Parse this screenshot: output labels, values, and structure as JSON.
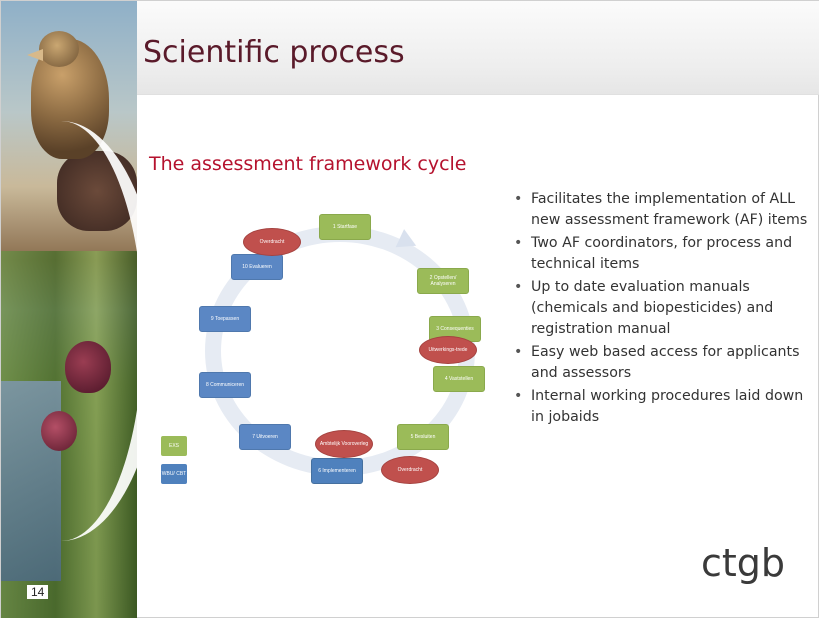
{
  "slide": {
    "title": "Scientific process",
    "subtitle": "The assessment framework cycle",
    "page_number": "14",
    "logo_text": "ctgb"
  },
  "bullets": [
    "Facilitates the implementation of ALL new assessment framework (AF) items",
    "Two AF coordinators, for process and technical items",
    "Up to date evaluation manuals (chemicals and biopesticides) and registration manual",
    "Easy web based access for applicants and assessors",
    "Internal working procedures laid down in jobaids"
  ],
  "diagram": {
    "steps": [
      {
        "id": "s1",
        "label": "1 Startfase",
        "color": "green"
      },
      {
        "id": "s2",
        "label": "2 Opstellen/ Analyseren",
        "color": "green"
      },
      {
        "id": "s3",
        "label": "3 Consequenties",
        "color": "green"
      },
      {
        "id": "s4",
        "label": "4 Vaststellen",
        "color": "green"
      },
      {
        "id": "s5",
        "label": "5 Besluiten",
        "color": "green"
      },
      {
        "id": "s6",
        "label": "6 Implementeren",
        "color": "blue"
      },
      {
        "id": "s7",
        "label": "7 Uitvoeren",
        "color": "blue"
      },
      {
        "id": "s8",
        "label": "8 Communiceren",
        "color": "blue"
      },
      {
        "id": "s9",
        "label": "9 Toepassen",
        "color": "blue"
      },
      {
        "id": "s10",
        "label": "10 Evalueren",
        "color": "blue"
      }
    ],
    "ovals": [
      {
        "id": "o1",
        "label": "Overdracht"
      },
      {
        "id": "o2",
        "label": "Uitwerkings-trede"
      },
      {
        "id": "o3",
        "label": "Ambtelijk Vooroverleg"
      },
      {
        "id": "o4",
        "label": "Overdracht"
      }
    ],
    "legend": [
      {
        "label": "EXS",
        "color": "green"
      },
      {
        "label": "WBU/ CBT",
        "color": "blue"
      }
    ]
  },
  "colors": {
    "title": "#5a1a2a",
    "subtitle": "#b5122e",
    "green_step": "#9bbb59",
    "blue_step": "#4f81bd",
    "oval": "#c0504d"
  }
}
